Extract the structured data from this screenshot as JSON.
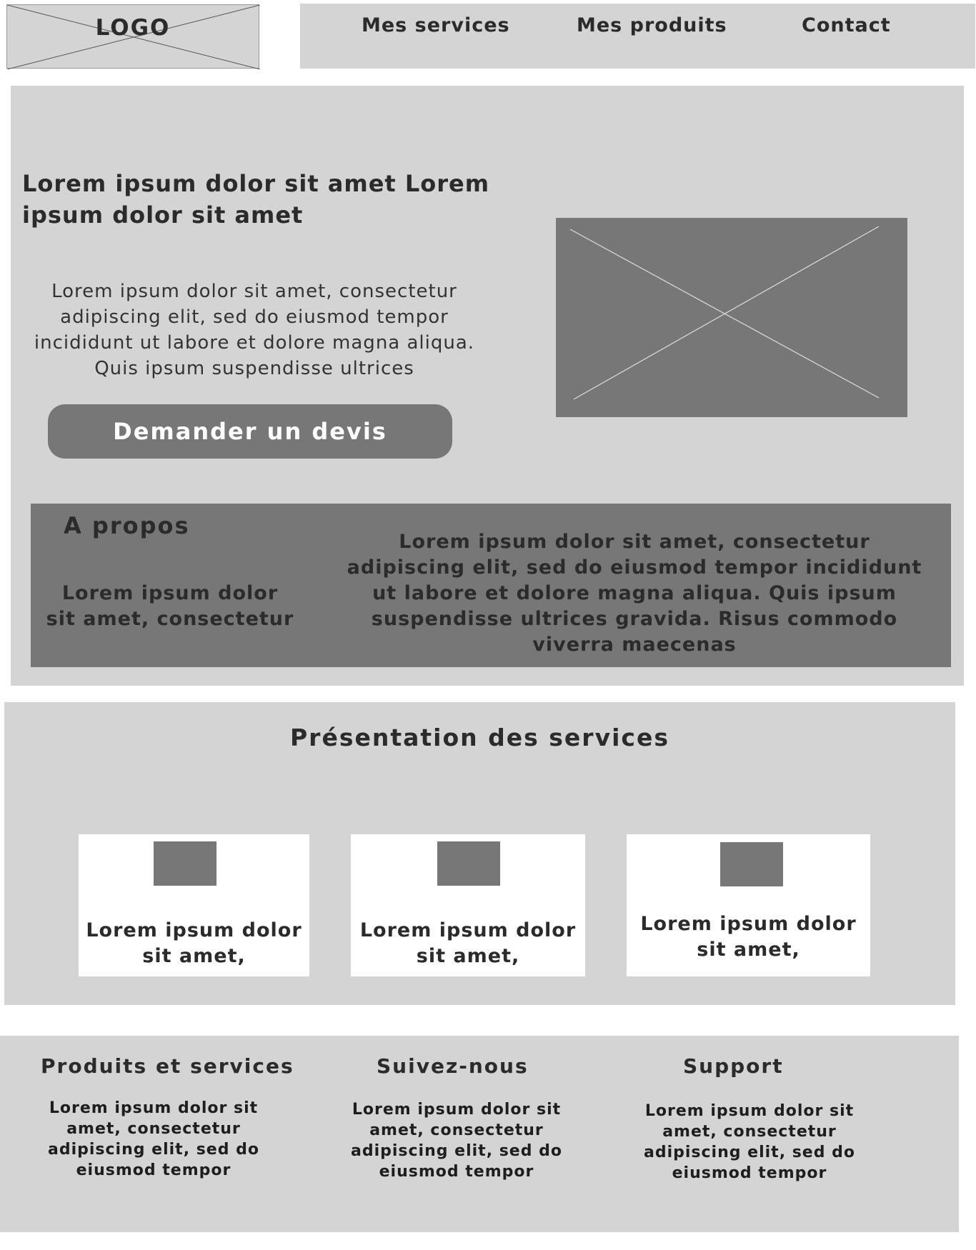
{
  "header": {
    "logo_text": "LOGO",
    "nav": [
      "Mes services",
      "Mes produits",
      "Contact"
    ]
  },
  "hero": {
    "title": "Lorem ipsum dolor sit amet Lorem ipsum dolor sit amet",
    "text": "Lorem ipsum dolor sit amet, consectetur adipiscing elit, sed do eiusmod tempor incididunt ut labore et dolore magna aliqua. Quis ipsum suspendisse ultrices",
    "cta_label": "Demander un devis"
  },
  "about": {
    "title": "A propos",
    "subtitle": "Lorem ipsum dolor sit amet, consectetur",
    "text": "Lorem ipsum dolor sit amet, consectetur adipiscing elit, sed do eiusmod tempor incididunt ut labore et dolore magna aliqua. Quis ipsum suspendisse ultrices gravida. Risus commodo viverra maecenas"
  },
  "services": {
    "title": "Présentation des services",
    "cards": [
      {
        "text": "Lorem ipsum dolor sit amet,"
      },
      {
        "text": "Lorem ipsum dolor sit amet,"
      },
      {
        "text": "Lorem ipsum dolor sit amet,"
      }
    ]
  },
  "footer": {
    "columns": [
      {
        "title": "Produits et services",
        "text": "Lorem ipsum dolor sit amet, consectetur adipiscing elit, sed do eiusmod tempor"
      },
      {
        "title": "Suivez-nous",
        "text": "Lorem ipsum dolor sit amet, consectetur adipiscing elit, sed do eiusmod tempor"
      },
      {
        "title": "Support",
        "text": "Lorem ipsum dolor sit amet, consectetur adipiscing elit, sed do eiusmod tempor"
      }
    ]
  },
  "colors": {
    "light_gray": "#d4d4d4",
    "dark_gray": "#777777",
    "text": "#2b2b2b",
    "white": "#ffffff"
  },
  "icons": {
    "logo_placeholder": "image-placeholder-icon",
    "hero_image": "image-placeholder-icon",
    "service_card_image": "image-placeholder-icon"
  }
}
